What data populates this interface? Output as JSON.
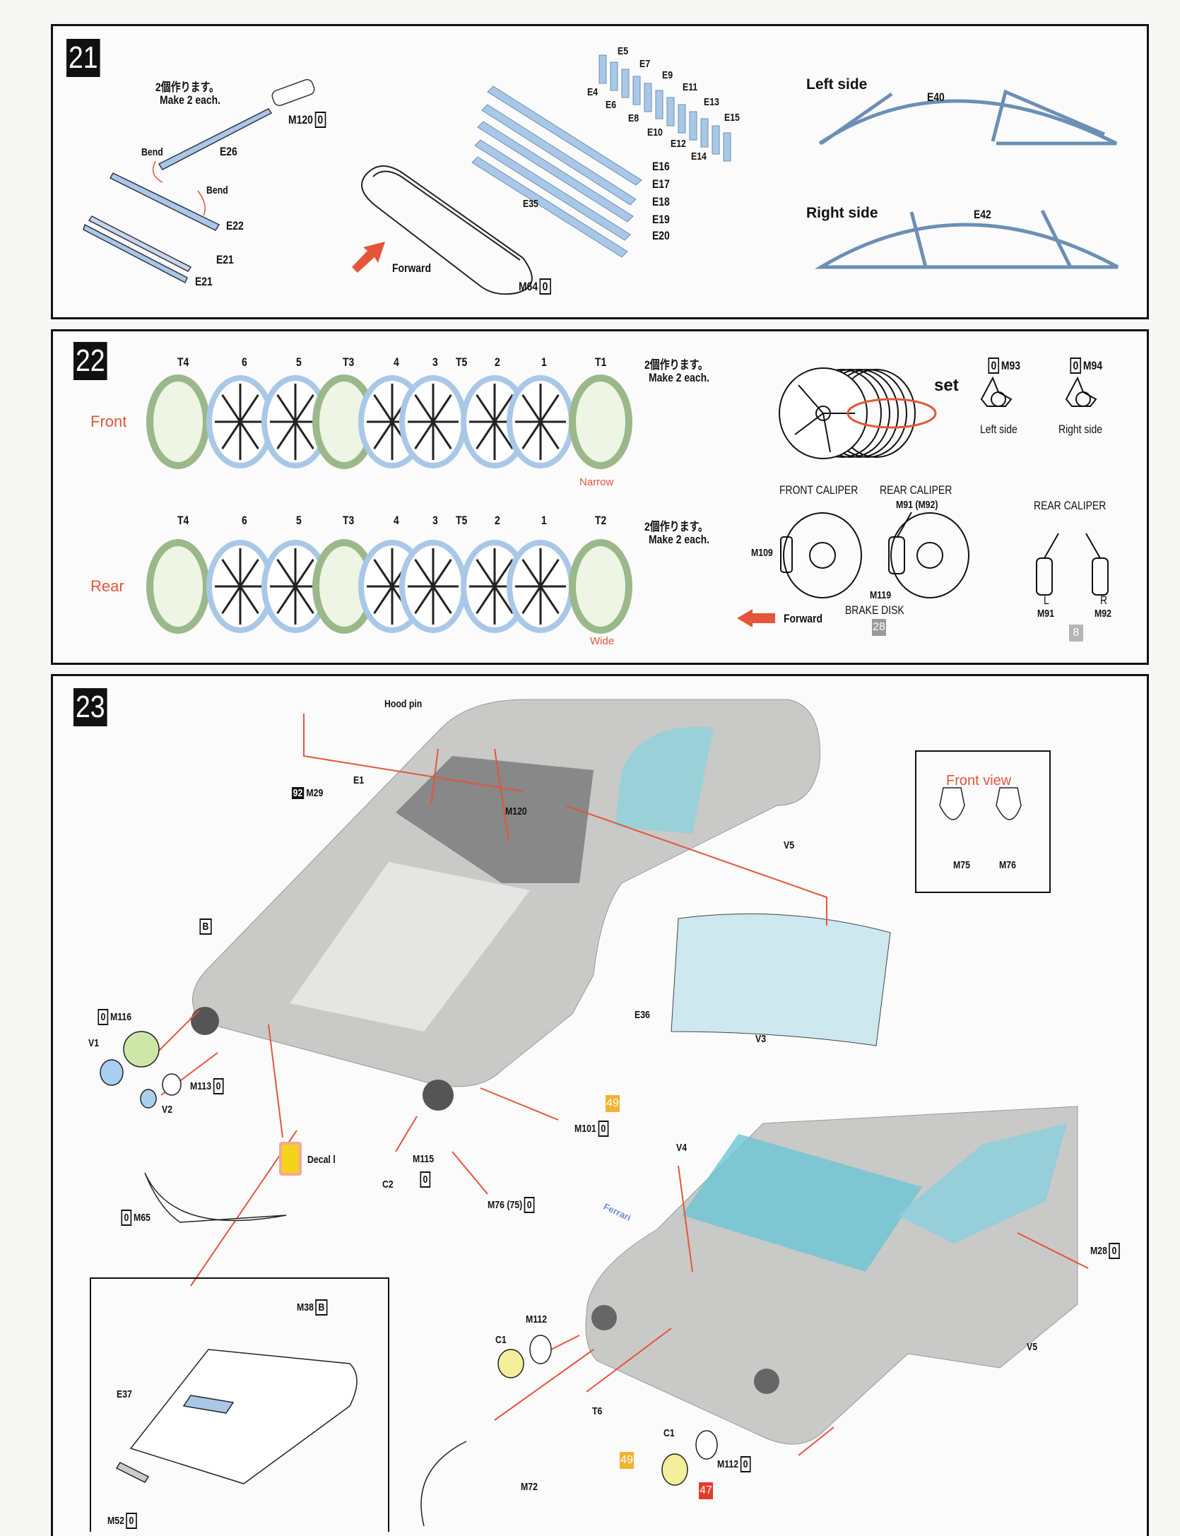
{
  "step21": {
    "number": "21",
    "make2_jp": "2個作ります。",
    "make2_en": "Make 2 each.",
    "parts": {
      "M120": "M120",
      "E26": "E26",
      "E22": "E22",
      "E21a": "E21",
      "E21b": "E21",
      "E35": "E35",
      "M64": "M64",
      "E4": "E4",
      "E5": "E5",
      "E6": "E6",
      "E7": "E7",
      "E8": "E8",
      "E9": "E9",
      "E10": "E10",
      "E11": "E11",
      "E12": "E12",
      "E13": "E13",
      "E14": "E14",
      "E15": "E15",
      "E16": "E16",
      "E17": "E17",
      "E18": "E18",
      "E19": "E19",
      "E20": "E20",
      "E40": "E40",
      "E42": "E42"
    },
    "bend1": "Bend",
    "bend2": "Bend",
    "forward": "Forward",
    "left_side": "Left side",
    "right_side": "Right side",
    "qty": "0"
  },
  "step22": {
    "number": "22",
    "row_labels": [
      "T4",
      "6",
      "5",
      "T3",
      "4",
      "3",
      "T5",
      "2",
      "1"
    ],
    "front_end": "T1",
    "rear_end": "T2",
    "front": "Front",
    "rear": "Rear",
    "narrow": "Narrow",
    "wide": "Wide",
    "make2_jp": "2個作ります。",
    "make2_en": "Make 2 each.",
    "set": "set",
    "m93": "M93",
    "m94": "M94",
    "qty": "0",
    "left_side": "Left side",
    "right_side": "Right side",
    "front_caliper": "FRONT CALIPER",
    "rear_caliper": "REAR CALIPER",
    "m91_m92": "M91 (M92)",
    "rear_caliper2": "REAR CALIPER",
    "m109": "M109",
    "m119": "M119",
    "brake_disk": "BRAKE DISK",
    "color_28": "28",
    "forward": "Forward",
    "L": "L",
    "R": "R",
    "m91": "M91",
    "m92": "M92",
    "color_8": "8"
  },
  "step23": {
    "number": "23",
    "hood_pin": "Hood pin",
    "e1": "E1",
    "m29_color": "92",
    "m29": "M29",
    "m120": "M120",
    "v5a": "V5",
    "b": "B",
    "front_view": "Front view",
    "m75": "M75",
    "m76": "M76",
    "e36": "E36",
    "v3": "V3",
    "m116": "M116",
    "v1": "V1",
    "m113": "M113",
    "v2": "V2",
    "decal": "Decal Ⅰ",
    "m115": "M115",
    "c2": "C2",
    "m101": "M101",
    "color_49": "49",
    "m76_75": "M76 (75)",
    "m65": "M65",
    "v4": "V4",
    "m28": "M28",
    "v5b": "V5",
    "m112a": "M112",
    "c1a": "C1",
    "t6": "T6",
    "c1b": "C1",
    "color_49b": "49",
    "m112b": "M112",
    "color_47": "47",
    "m72": "M72",
    "ferrari_script": "Ferrari",
    "m38": "M38",
    "e37": "E37",
    "m52": "M52",
    "qty": "0"
  },
  "colors": {
    "part_blue": "#a9c8e8",
    "accent_red": "#e4553a",
    "badge_yellow": "#f2b233",
    "badge_red": "#e43a2a",
    "badge_grey": "#9a9a9a",
    "body_grey": "#c9c9c7"
  }
}
